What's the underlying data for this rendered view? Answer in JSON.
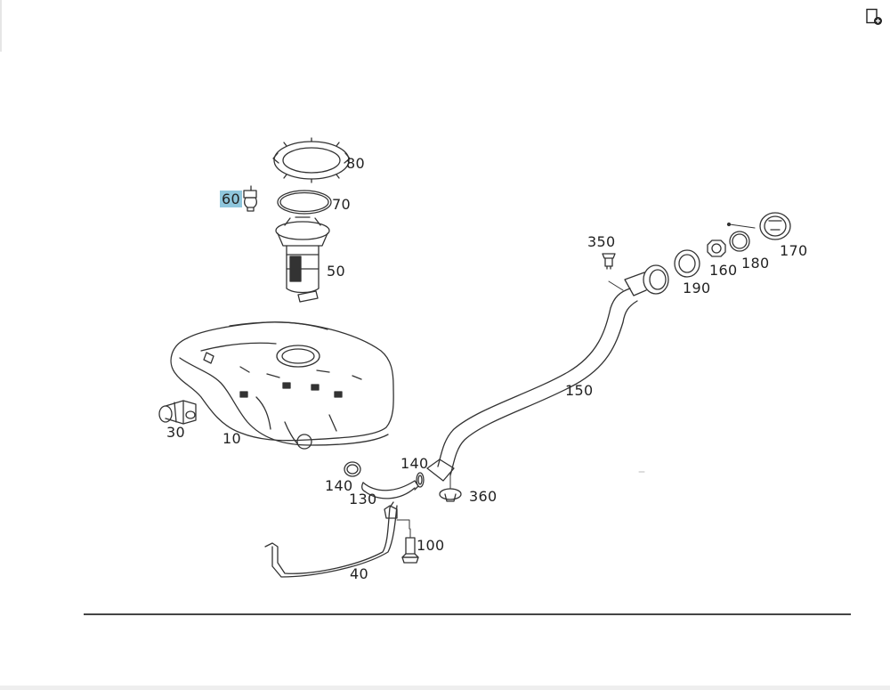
{
  "diagram": {
    "part_labels": {
      "p80": "80",
      "p70": "70",
      "p60": "60",
      "p50": "50",
      "p350": "350",
      "p170": "170",
      "p160": "160",
      "p180": "180",
      "p190": "190",
      "p150": "150",
      "p30": "30",
      "p10": "10",
      "p140a": "140",
      "p140b": "140",
      "p130": "130",
      "p360": "360",
      "p100": "100",
      "p40": "40"
    },
    "highlighted_part": "60"
  },
  "toolbar": {
    "icon": "add-to-list-icon"
  },
  "colors": {
    "highlight": "#8fc6dc",
    "line": "#333333",
    "rule": "#444444"
  }
}
